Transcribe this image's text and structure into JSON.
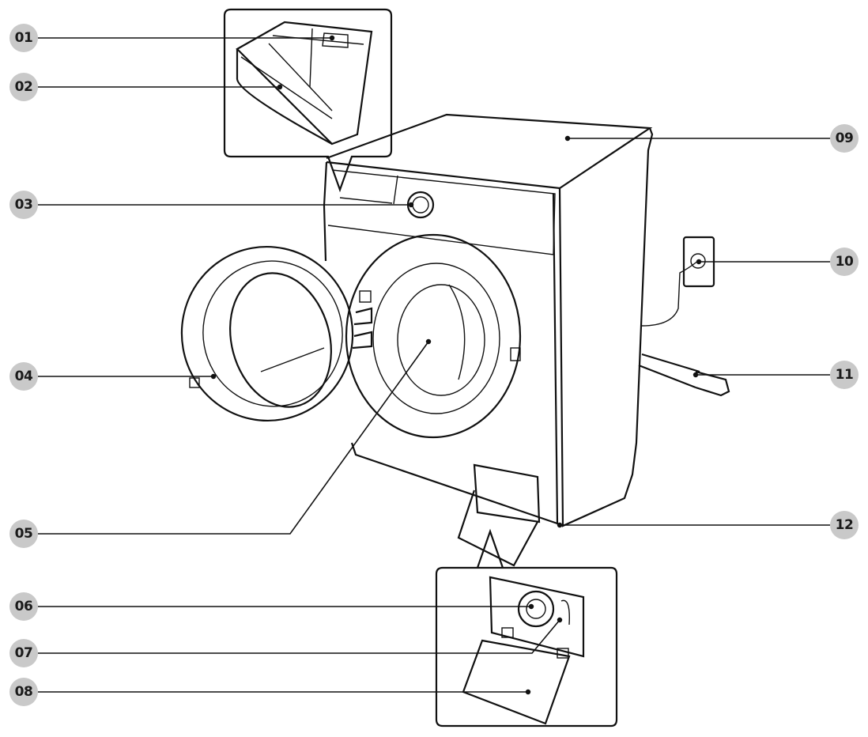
{
  "callouts": [
    {
      "id": "01",
      "label": "01"
    },
    {
      "id": "02",
      "label": "02"
    },
    {
      "id": "03",
      "label": "03"
    },
    {
      "id": "04",
      "label": "04"
    },
    {
      "id": "05",
      "label": "05"
    },
    {
      "id": "06",
      "label": "06"
    },
    {
      "id": "07",
      "label": "07"
    },
    {
      "id": "08",
      "label": "08"
    },
    {
      "id": "09",
      "label": "09"
    },
    {
      "id": "10",
      "label": "10"
    },
    {
      "id": "11",
      "label": "11"
    },
    {
      "id": "12",
      "label": "12"
    }
  ],
  "colors": {
    "badge_fill": "#c9c9c9",
    "line": "#111111",
    "background": "#ffffff"
  }
}
